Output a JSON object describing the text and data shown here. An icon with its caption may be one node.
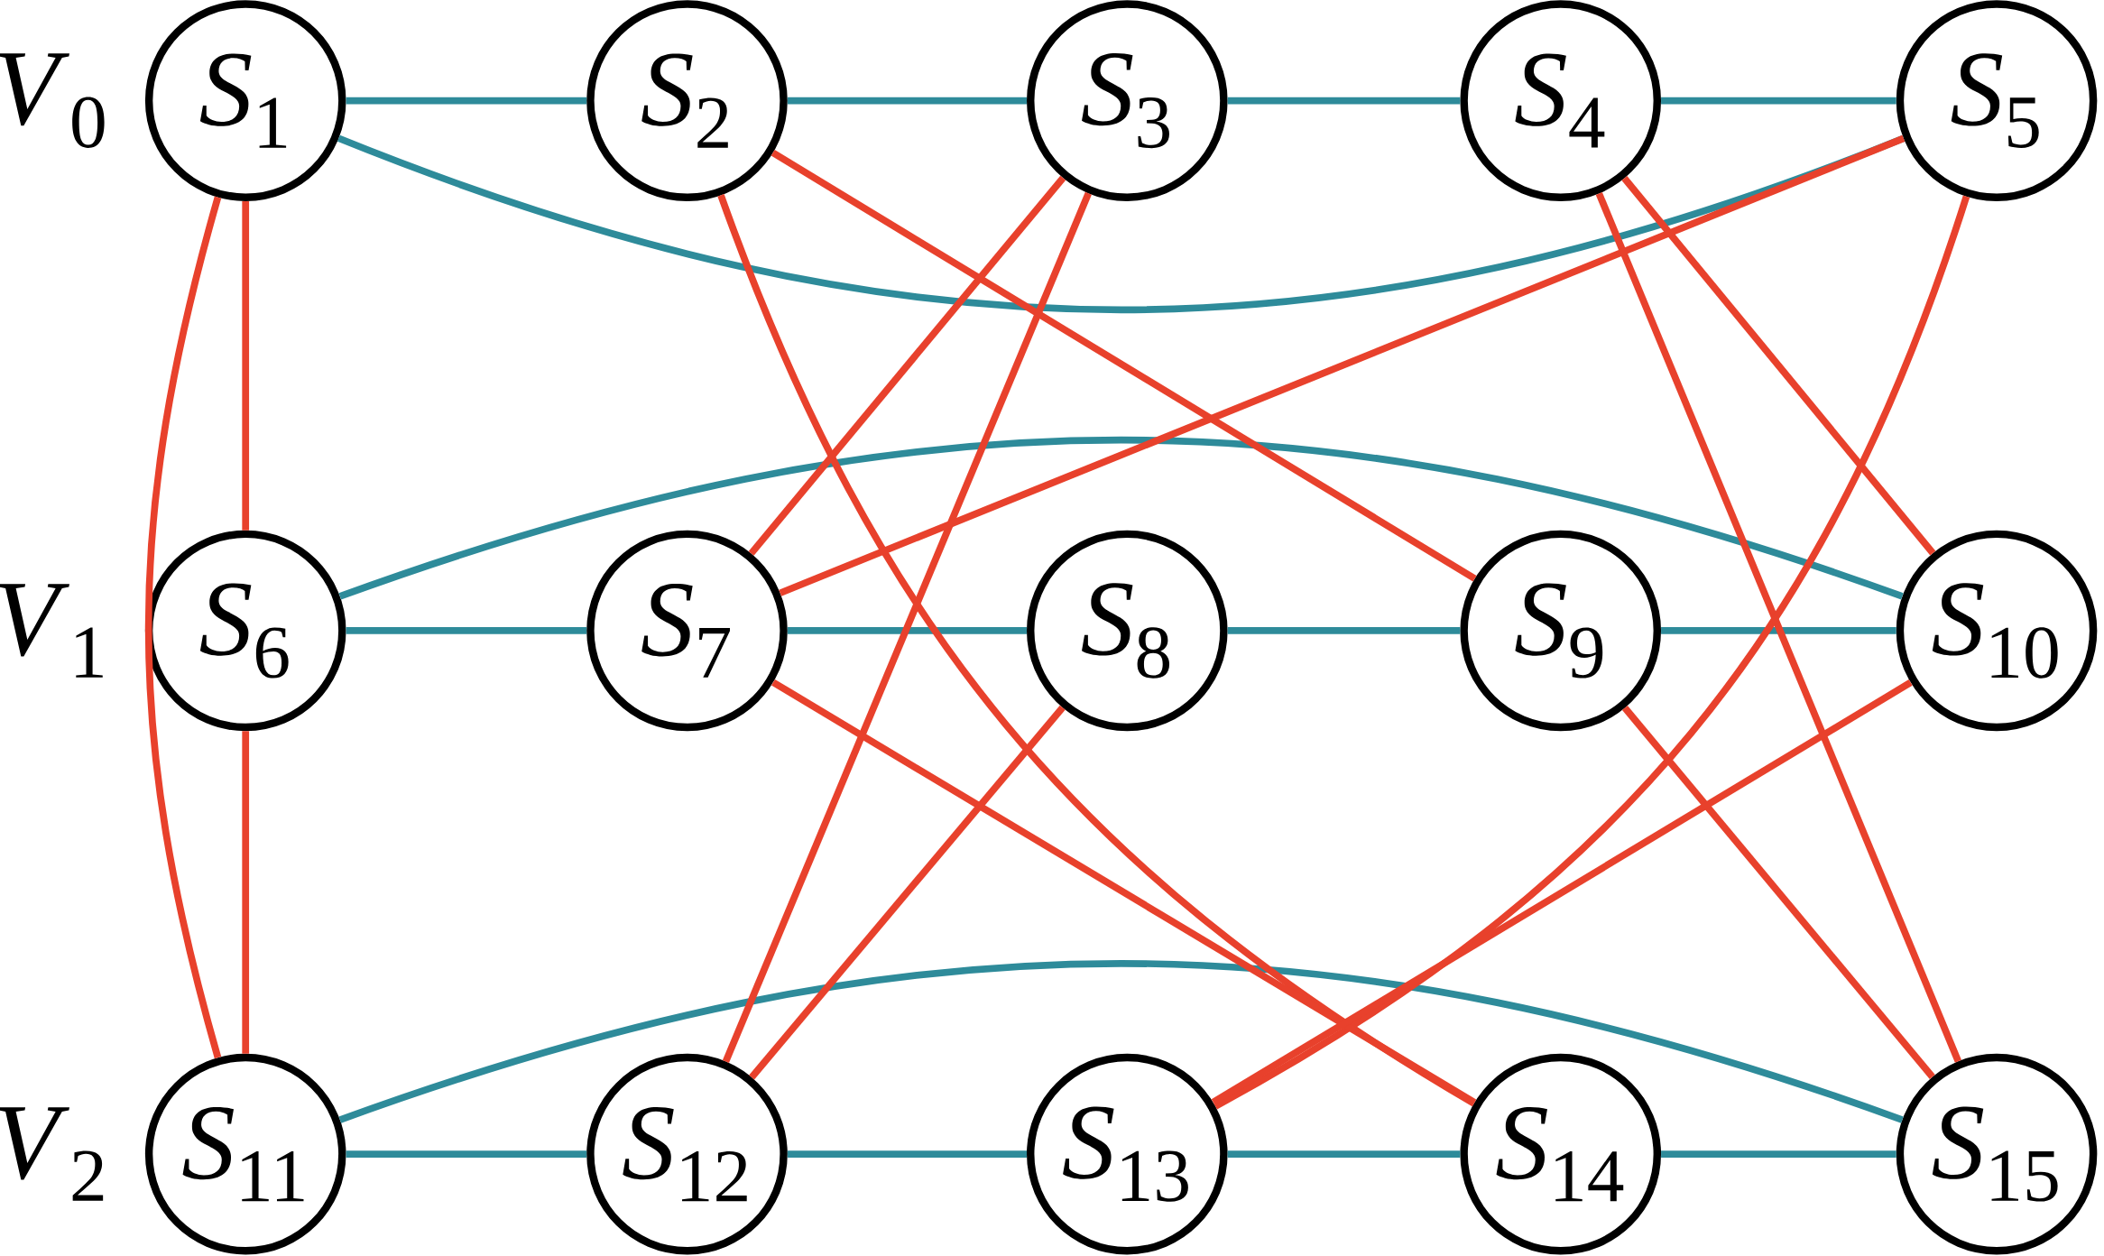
{
  "diagram": {
    "nodes": [
      {
        "text": [
          "*S*$_{1}$"
        ]
      },
      {
        "text": [
          "*S*$_{2}$"
        ]
      },
      {
        "text": [
          "*S*$_{3}$"
        ]
      },
      {
        "text": [
          "*S*$_{4}$"
        ]
      },
      {
        "text": [
          "*S*$_{5}$"
        ]
      },
      {
        "text": [
          "*S*$_{6}$"
        ]
      },
      {
        "text": [
          "*S*$_{7}$"
        ]
      },
      {
        "text": [
          "*S*$_{8}$"
        ]
      },
      {
        "text": [
          "*S*$_{9}$"
        ]
      },
      {
        "text": [
          "*S*$_{10}$"
        ]
      },
      {
        "text": [
          "*S*$_{11}$"
        ]
      },
      {
        "text": [
          "*S*$_{12}$"
        ]
      },
      {
        "text": [
          "*S*$_{13}$"
        ]
      },
      {
        "text": [
          "*S*$_{14}$"
        ]
      },
      {
        "text": [
          "*S*$_{15}$"
        ]
      }
    ],
    "edges": [
      {
        "from": 0,
        "to": 1,
        "arrow": "none",
        "color": "#2e8b9a"
      },
      {
        "from": 1,
        "to": 2,
        "arrow": "none",
        "color": "#2e8b9a"
      },
      {
        "from": 2,
        "to": 3,
        "arrow": "none",
        "color": "#2e8b9a"
      },
      {
        "from": 3,
        "to": 4,
        "arrow": "none",
        "color": "#2e8b9a"
      },
      {
        "from": 5,
        "to": 6,
        "arrow": "none",
        "color": "#2e8b9a"
      },
      {
        "from": 6,
        "to": 7,
        "arrow": "none",
        "color": "#2e8b9a"
      },
      {
        "from": 7,
        "to": 8,
        "arrow": "none",
        "color": "#2e8b9a"
      },
      {
        "from": 8,
        "to": 9,
        "arrow": "none",
        "color": "#2e8b9a"
      },
      {
        "from": 10,
        "to": 11,
        "arrow": "none",
        "color": "#2e8b9a"
      },
      {
        "from": 11,
        "to": 12,
        "arrow": "none",
        "color": "#2e8b9a"
      },
      {
        "from": 12,
        "to": 13,
        "arrow": "none",
        "color": "#2e8b9a"
      },
      {
        "from": 13,
        "to": 14,
        "arrow": "none",
        "color": "#2e8b9a"
      },
      {
        "from": 0,
        "to": 4,
        "arrow": "none",
        "color": "#2e8b9a"
      },
      {
        "from": 5,
        "to": 9,
        "arrow": "none",
        "color": "#2e8b9a"
      },
      {
        "from": 10,
        "to": 14,
        "arrow": "none",
        "color": "#2e8b9a"
      },
      {
        "from": 0,
        "to": 5,
        "arrow": "none",
        "color": "#e8412c"
      },
      {
        "from": 5,
        "to": 10,
        "arrow": "none",
        "color": "#e8412c"
      },
      {
        "from": 0,
        "to": 10,
        "arrow": "none",
        "color": "#e8412c"
      },
      {
        "from": 1,
        "to": 13,
        "arrow": "none",
        "color": "#e8412c"
      },
      {
        "from": 1,
        "to": 8,
        "arrow": "none",
        "color": "#e8412c"
      },
      {
        "from": 2,
        "to": 6,
        "arrow": "none",
        "color": "#e8412c"
      },
      {
        "from": 2,
        "to": 11,
        "arrow": "none",
        "color": "#e8412c"
      },
      {
        "from": 3,
        "to": 9,
        "arrow": "none",
        "color": "#e8412c"
      },
      {
        "from": 3,
        "to": 14,
        "arrow": "none",
        "color": "#e8412c"
      },
      {
        "from": 4,
        "to": 6,
        "arrow": "none",
        "color": "#e8412c"
      },
      {
        "from": 4,
        "to": 12,
        "arrow": "none",
        "color": "#e8412c"
      },
      {
        "from": 6,
        "to": 13,
        "arrow": "none",
        "color": "#e8412c"
      },
      {
        "from": 7,
        "to": 11,
        "arrow": "none",
        "color": "#e8412c"
      },
      {
        "from": 8,
        "to": 14,
        "arrow": "none",
        "color": "#e8412c"
      },
      {
        "from": 9,
        "to": 12,
        "arrow": "none",
        "color": "#e8412c"
      }
    ],
    "labels": [
      "*V*$_{0}$",
      "*V*$_{1}$",
      "*V*$_{2}$"
    ]
  }
}
